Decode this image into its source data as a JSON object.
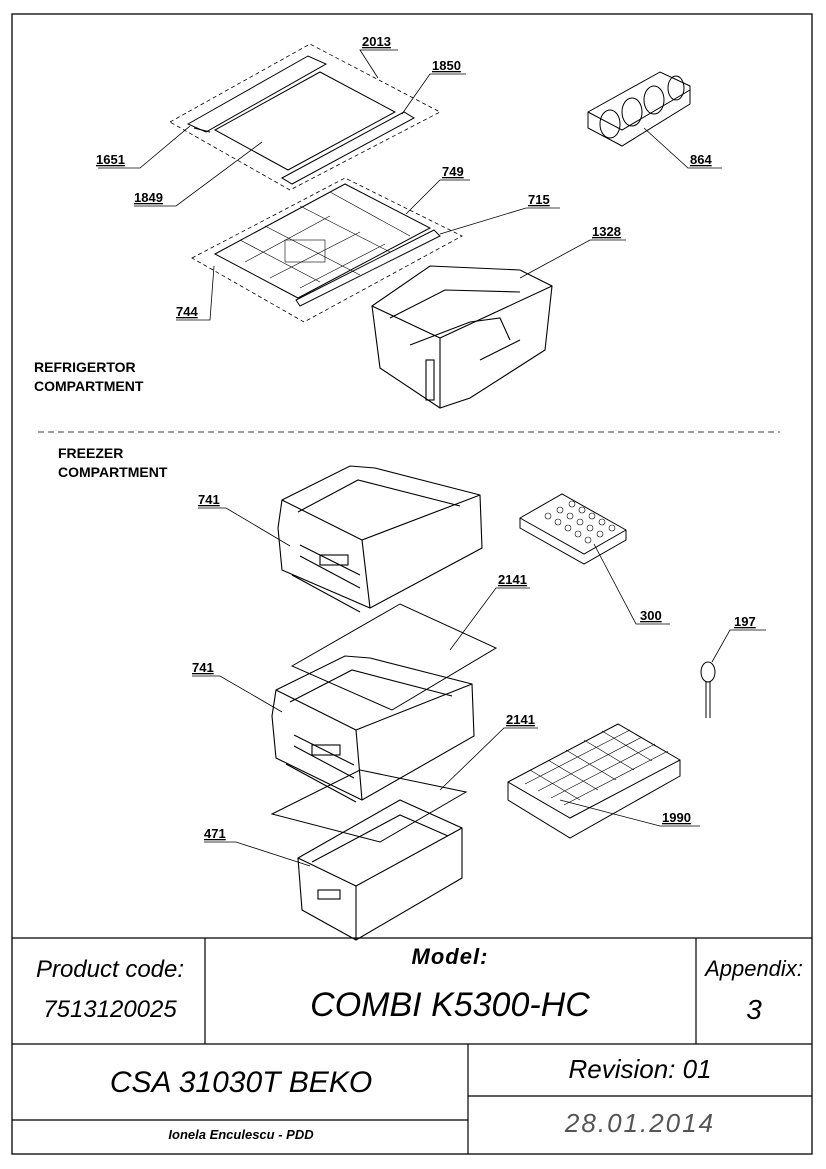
{
  "sections": {
    "refrigerator_line1": "REFRIGERTOR",
    "refrigerator_line2": "COMPARTMENT",
    "freezer_line1": "FREEZER",
    "freezer_line2": "COMPARTMENT"
  },
  "parts": {
    "p2013": "2013",
    "p1850": "1850",
    "p1651": "1651",
    "p1849": "1849",
    "p749": "749",
    "p715": "715",
    "p744": "744",
    "p864": "864",
    "p1328": "1328",
    "p741a": "741",
    "p2141a": "2141",
    "p300": "300",
    "p197": "197",
    "p741b": "741",
    "p2141b": "2141",
    "p1990": "1990",
    "p471": "471"
  },
  "title_block": {
    "product_code_label": "Product code:",
    "product_code": "7513120025",
    "model_label": "Model:",
    "model": "COMBI K5300-HC",
    "appendix_label": "Appendix:",
    "appendix": "3",
    "product_name": "CSA 31030T BEKO",
    "revision": "Revision: 01",
    "author": "Ionela Enculescu - PDD",
    "date": "28.01.2014"
  }
}
